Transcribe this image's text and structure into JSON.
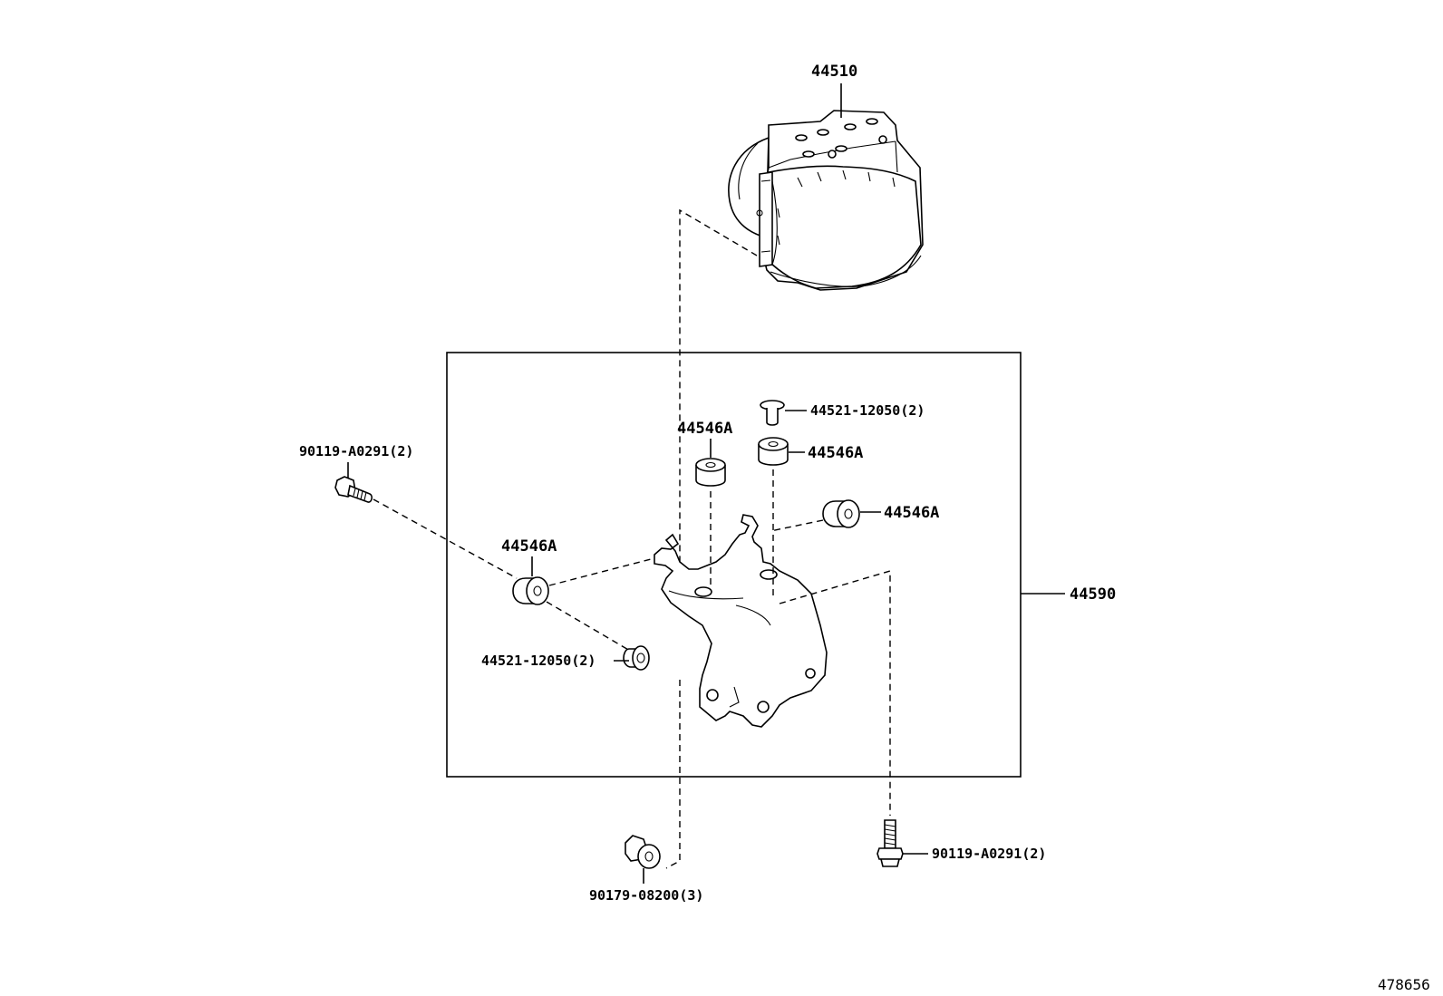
{
  "diagram": {
    "labels": {
      "actuator": "44510",
      "bracket_assy": "44590",
      "cushion_top_left": "44546A",
      "cushion_top_right": "44546A",
      "cushion_right": "44546A",
      "cushion_left": "44546A",
      "collar_top": "44521-12050(2)",
      "collar_left": "44521-12050(2)",
      "bolt_left": "90119-A0291(2)",
      "bolt_bottom_right": "90119-A0291(2)",
      "nut_bottom": "90179-08200(3)"
    },
    "figure_number": "478656"
  }
}
